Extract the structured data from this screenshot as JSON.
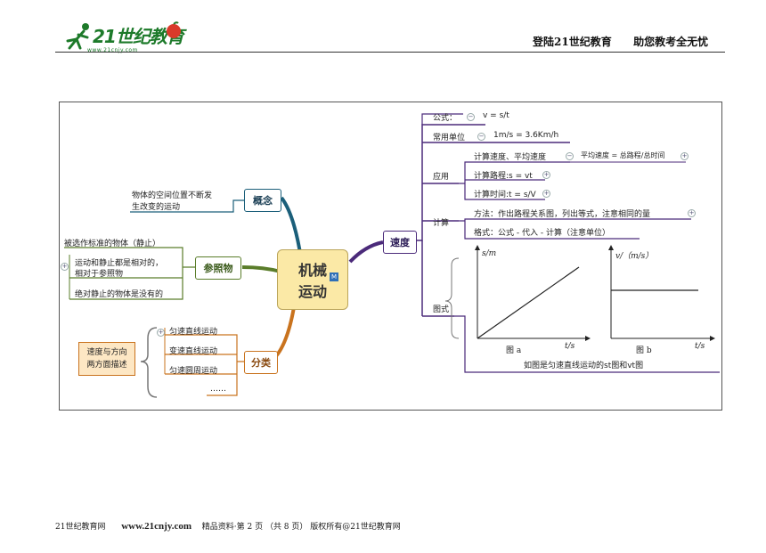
{
  "header": {
    "logo_text": "21世纪教育",
    "logo_url": "www.21cnjy.com",
    "slogan_left": "登陆21世纪教育",
    "slogan_right": "助您教考全无忧"
  },
  "mindmap": {
    "center": {
      "line1": "机械",
      "line2": "运动",
      "badge": "M"
    },
    "left": {
      "concept": {
        "title": "概念",
        "text1": "物体的空间位置不断发",
        "text2": "生改变的运动"
      },
      "reference": {
        "title": "参照物",
        "item1": "被选作标准的物体（静止）",
        "item2a": "运动和静止都是相对的，",
        "item2b": "相对于参照物",
        "item3": "绝对静止的物体是没有的"
      },
      "classify": {
        "title": "分类",
        "items": [
          "匀速直线运动",
          "变速直线运动",
          "匀速圆周运动",
          "……"
        ],
        "note1": "速度与方向",
        "note2": "两方面描述"
      }
    },
    "right": {
      "speed": {
        "title": "速度"
      },
      "formula": {
        "label": "公式：",
        "value": "v = s/t"
      },
      "unit": {
        "label": "常用单位",
        "value": "1m/s = 3.6Km/h"
      },
      "apply": {
        "label": "应用",
        "item1": "计算速度、平均速度",
        "item1_sub": "平均速度 = 总路程/总时间",
        "item2": "计算路程:s = vt",
        "item3": "计算时间:t = s/V"
      },
      "calc": {
        "label": "计算",
        "method": "方法：作出路程关系图，列出等式，注意相同的量",
        "format": "格式：公式 - 代入 - 计算（注意单位）"
      },
      "graph": {
        "label": "图式",
        "caption": "如图是匀速直线运动的st图和vt图",
        "graph_a": {
          "ylabel": "s/m",
          "xlabel": "t/s",
          "name": "图 a"
        },
        "graph_b": {
          "ylabel": "v/（m/s）",
          "xlabel": "t/s",
          "name": "图 b"
        }
      }
    }
  },
  "footer": {
    "site": "21世纪教育网",
    "url": "www.21cnjy.com",
    "info": "精品资料·第 2 页 （共 8 页） 版权所有@21世纪教育网"
  }
}
